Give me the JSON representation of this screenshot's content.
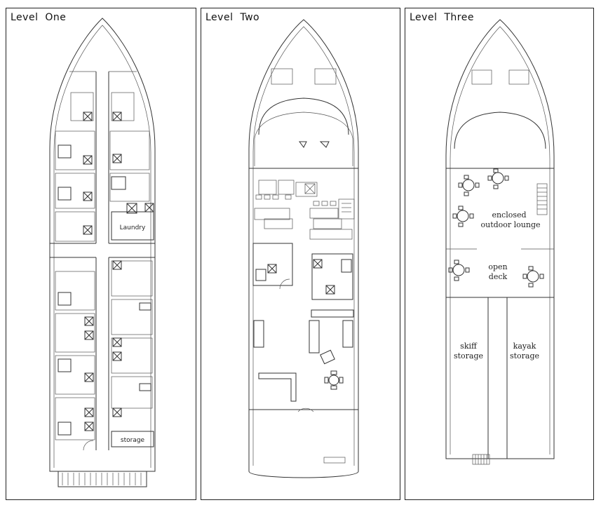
{
  "levels": [
    {
      "title": "Level  One",
      "rooms": {
        "laundry": "Laundry",
        "storage": "storage"
      }
    },
    {
      "title": "Level  Two"
    },
    {
      "title": "Level  Three",
      "areas": {
        "lounge_line1": "enclosed",
        "lounge_line2": "outdoor lounge",
        "deck_line1": "open",
        "deck_line2": "deck",
        "skiff_line1": "skiff",
        "skiff_line2": "storage",
        "kayak_line1": "kayak",
        "kayak_line2": "storage"
      }
    }
  ]
}
